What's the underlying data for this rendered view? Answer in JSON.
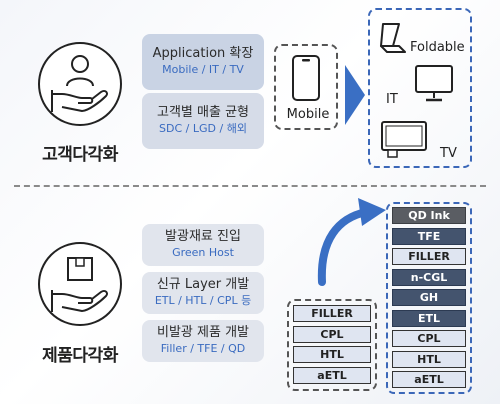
{
  "top": {
    "label": "고객다각화",
    "items": [
      {
        "title": "Application 확장",
        "sub": "Mobile / IT / TV"
      },
      {
        "title": "고객별 매출 균형",
        "sub": "SDC / LGD / 해외"
      }
    ],
    "source_device": "Mobile",
    "targets": [
      "Foldable",
      "IT",
      "TV"
    ]
  },
  "bottom": {
    "label": "제품다각화",
    "items": [
      {
        "title": "발광재료 진입",
        "sub": "Green Host"
      },
      {
        "title": "신규 Layer 개발",
        "sub": "ETL / HTL / CPL 등"
      },
      {
        "title": "비발광 제품 개발",
        "sub": "Filler / TFE / QD"
      }
    ],
    "old_stack": [
      "FILLER",
      "CPL",
      "HTL",
      "aETL"
    ],
    "new_stack": [
      "QD Ink",
      "TFE",
      "FILLER",
      "n-CGL",
      "GH",
      "ETL",
      "CPL",
      "HTL",
      "aETL"
    ]
  },
  "colors": {
    "accent": "#2f62b8",
    "arrow": "#3a6fc4",
    "new_layer": "#44546e",
    "old_layer": "#dfe5f1"
  }
}
